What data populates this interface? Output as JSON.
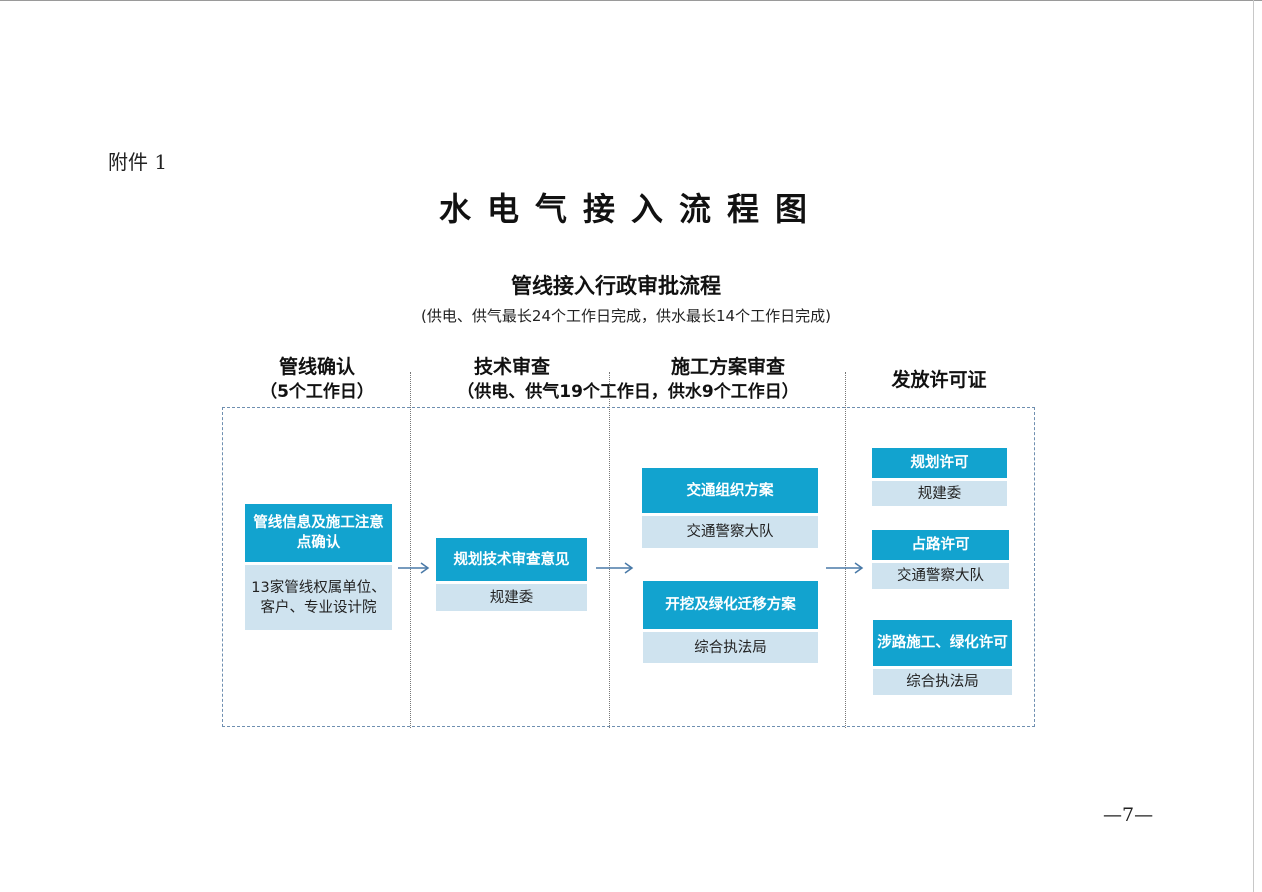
{
  "attachment_label": "附件 1",
  "doc_title": "水电气接入流程图",
  "diagram": {
    "title": "管线接入行政审批流程",
    "subtitle": "(供电、供气最长24个工作日完成，供水最长14个工作日完成)",
    "stages": [
      {
        "title": "管线确认",
        "duration": "（5个工作日）"
      },
      {
        "title": "技术审查",
        "duration": "（供电、供气19个工作日，供水9个工作日）"
      },
      {
        "title": "施工方案审查",
        "duration": ""
      },
      {
        "title": "发放许可证",
        "duration": ""
      }
    ],
    "process_boxes": [
      {
        "task": "管线信息及施工注意点确认",
        "agency": "13家管线权属单位、客户、专业设计院"
      },
      {
        "task": "规划技术审查意见",
        "agency": "规建委"
      },
      {
        "task": "交通组织方案",
        "agency": "交通警察大队"
      },
      {
        "task": "开挖及绿化迁移方案",
        "agency": "综合执法局"
      },
      {
        "task": "规划许可",
        "agency": "规建委"
      },
      {
        "task": "占路许可",
        "agency": "交通警察大队"
      },
      {
        "task": "涉路施工、绿化许可",
        "agency": "综合执法局"
      }
    ],
    "colors": {
      "box_header": "#12a3cf",
      "box_body": "#cfe3ef",
      "arrow": "#4a7aa8",
      "frame": "#6f8fb0"
    }
  },
  "page_number": "—7—"
}
